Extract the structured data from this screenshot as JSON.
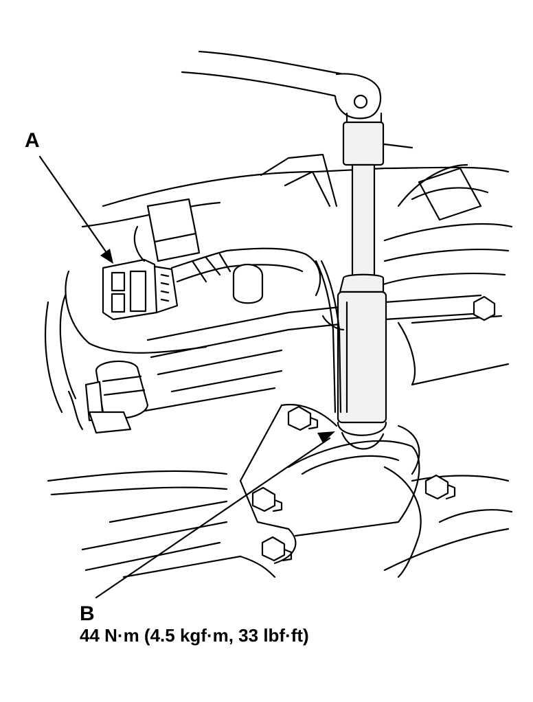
{
  "labels": {
    "a": "A",
    "b": "B",
    "b_torque": "44 N·m (4.5 kgf·m, 33 lbf·ft)"
  },
  "colors": {
    "ink": "#000000",
    "paper": "#ffffff",
    "tool_shade": "#f2f2f2"
  }
}
